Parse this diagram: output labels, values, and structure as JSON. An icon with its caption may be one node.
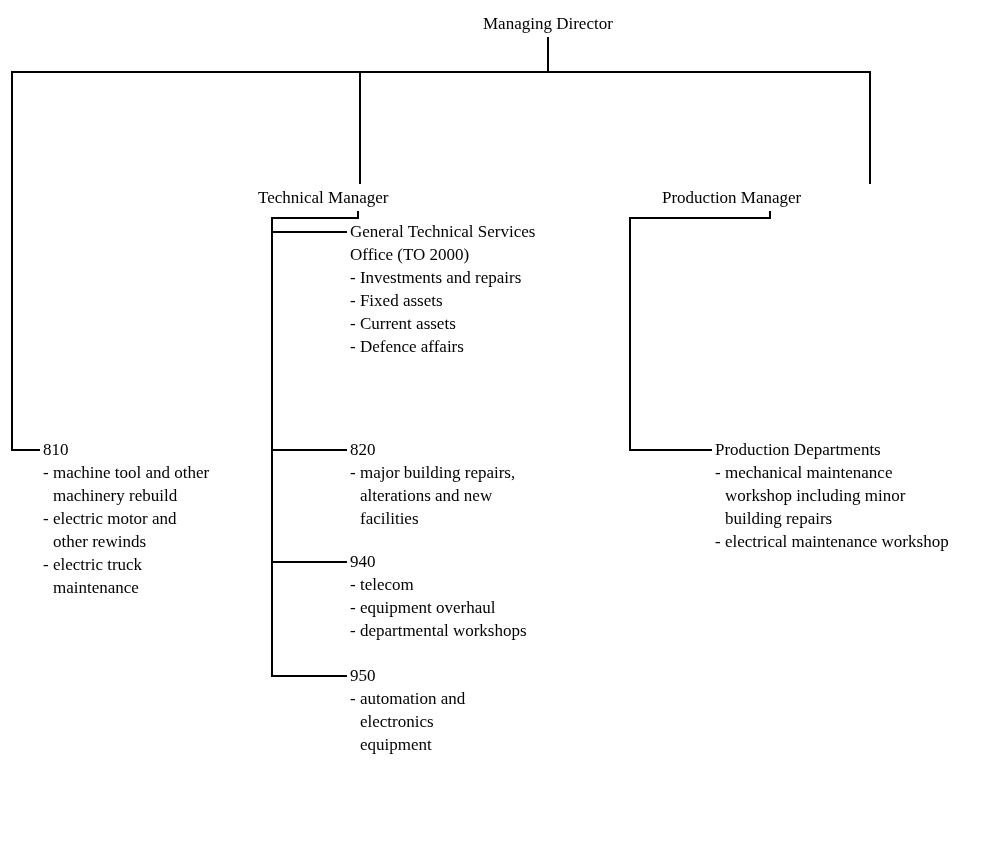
{
  "diagram": {
    "nodes": [
      {
        "text": [
          "Managing Director"
        ]
      },
      {
        "text": [
          "Technical Manager"
        ]
      },
      {
        "text": [
          "Production Manager"
        ]
      },
      {
        "text": [
          "810",
          "- machine tool and other machinery rebuild",
          "- electric motor and other rewinds",
          "- electric truck maintenance"
        ]
      },
      {
        "text": [
          "General Technical Services Office (TO 2000)",
          "- Investments and repairs",
          "- Fixed assets",
          "- Current assets",
          "- Defence affairs"
        ]
      },
      {
        "text": [
          "820",
          "- major building repairs, alterations and new facilities"
        ]
      },
      {
        "text": [
          "940",
          "- telecom",
          "- equipment overhaul",
          "- departmental workshops"
        ]
      },
      {
        "text": [
          "950",
          "- automation and electronics equipment"
        ]
      },
      {
        "text": [
          "Production Departments",
          "- mechanical maintenance workshop including minor building repairs",
          "- electrical maintenance workshop"
        ]
      }
    ],
    "edges": [
      {
        "from": 0,
        "to": 1,
        "arrow": "none"
      },
      {
        "from": 0,
        "to": 2,
        "arrow": "none"
      },
      {
        "from": 0,
        "to": 3,
        "arrow": "none"
      },
      {
        "from": 1,
        "to": 4,
        "arrow": "none"
      },
      {
        "from": 1,
        "to": 5,
        "arrow": "none"
      },
      {
        "from": 1,
        "to": 6,
        "arrow": "none"
      },
      {
        "from": 1,
        "to": 7,
        "arrow": "none"
      },
      {
        "from": 2,
        "to": 8,
        "arrow": "none"
      }
    ]
  }
}
